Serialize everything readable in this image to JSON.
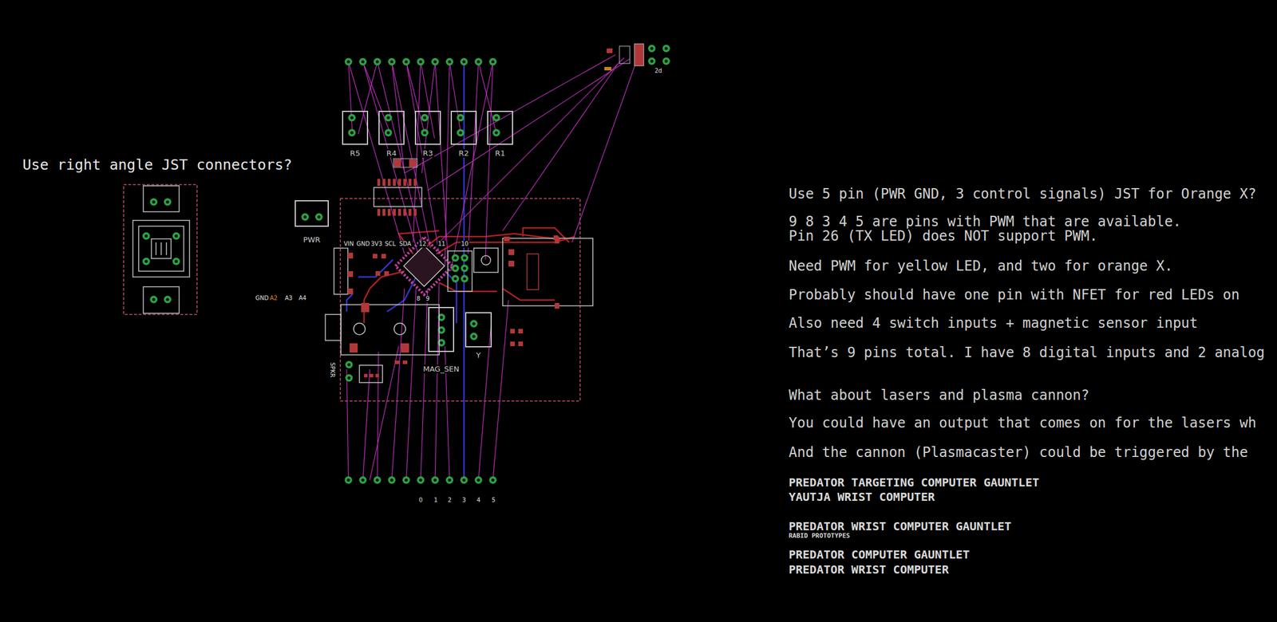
{
  "diagram": {
    "nodes": [
      {
        "text": [
          "R5"
        ]
      },
      {
        "text": [
          "R4"
        ]
      },
      {
        "text": [
          "R3"
        ]
      },
      {
        "text": [
          "R2"
        ]
      },
      {
        "text": [
          "R1"
        ]
      },
      {
        "text": [
          "PWR"
        ]
      },
      {
        "text": [
          "MAG_SEN"
        ]
      },
      {
        "text": [
          "Y"
        ]
      }
    ],
    "labels": [
      "Use right angle JST connectors?",
      "GND",
      "A2",
      "A3",
      "A4",
      "VIN",
      "GND",
      "3V3",
      "SCL",
      "SDA",
      "12",
      "11",
      "10",
      "8",
      "9",
      "SPKR",
      "2d",
      "0",
      "1",
      "2",
      "3",
      "4",
      "5",
      "Use 5 pin (PWR GND, 3 control signals) JST for Orange X?",
      "9 8 3 4 5 are pins with PWM that are available.",
      "Pin 26 (TX LED) does NOT support PWM.",
      "Need PWM for yellow LED, and two for orange X.",
      "Probably should have one pin with NFET for red LEDs on",
      "Also need 4 switch inputs + magnetic sensor input",
      "That’s 9 pins total. I have 8 digital inputs and 2 analog",
      "What about lasers and plasma cannon?",
      "You could have an output that comes on for the lasers wh",
      "And the cannon (Plasmacaster) could be triggered by the",
      "PREDATOR TARGETING COMPUTER GAUNTLET",
      "YAUTJA WRIST COMPUTER",
      "PREDATOR WRIST COMPUTER GAUNTLET",
      "RABID PROTOTYPES",
      "PREDATOR COMPUTER GAUNTLET",
      "PREDATOR WRIST COMPUTER"
    ]
  }
}
